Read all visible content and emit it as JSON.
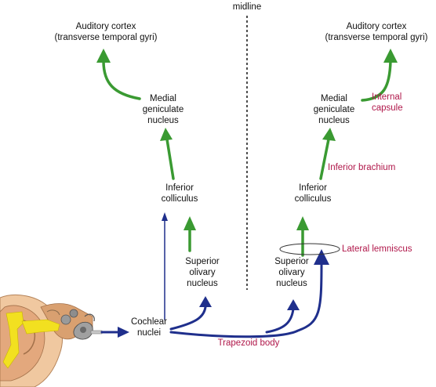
{
  "diagram": {
    "midline": "midline",
    "left": {
      "auditory_cortex": [
        "Auditory cortex",
        "(transverse temporal gyri)"
      ],
      "medial_geniculate": [
        "Medial",
        "geniculate",
        "nucleus"
      ],
      "inferior_colliculus": [
        "Inferior",
        "colliculus"
      ],
      "superior_olivary": [
        "Superior",
        "olivary",
        "nucleus"
      ],
      "cochlear_nuclei": [
        "Cochlear",
        "nuclei"
      ]
    },
    "right": {
      "auditory_cortex": [
        "Auditory cortex",
        "(transverse temporal gyri)"
      ],
      "medial_geniculate": [
        "Medial",
        "geniculate",
        "nucleus"
      ],
      "inferior_colliculus": [
        "Inferior",
        "colliculus"
      ],
      "superior_olivary": [
        "Superior",
        "olivary",
        "nucleus"
      ]
    },
    "pathways": {
      "internal_capsule": [
        "Internal",
        "capsule"
      ],
      "inferior_brachium": "Inferior brachium",
      "lateral_lemniscus": "Lateral lemniscus",
      "trapezoid_body": "Trapezoid body"
    },
    "colors": {
      "green_arrow": "#3a9a32",
      "blue_arrow": "#1f2f8c",
      "pathway_label": "#b0174a"
    }
  }
}
